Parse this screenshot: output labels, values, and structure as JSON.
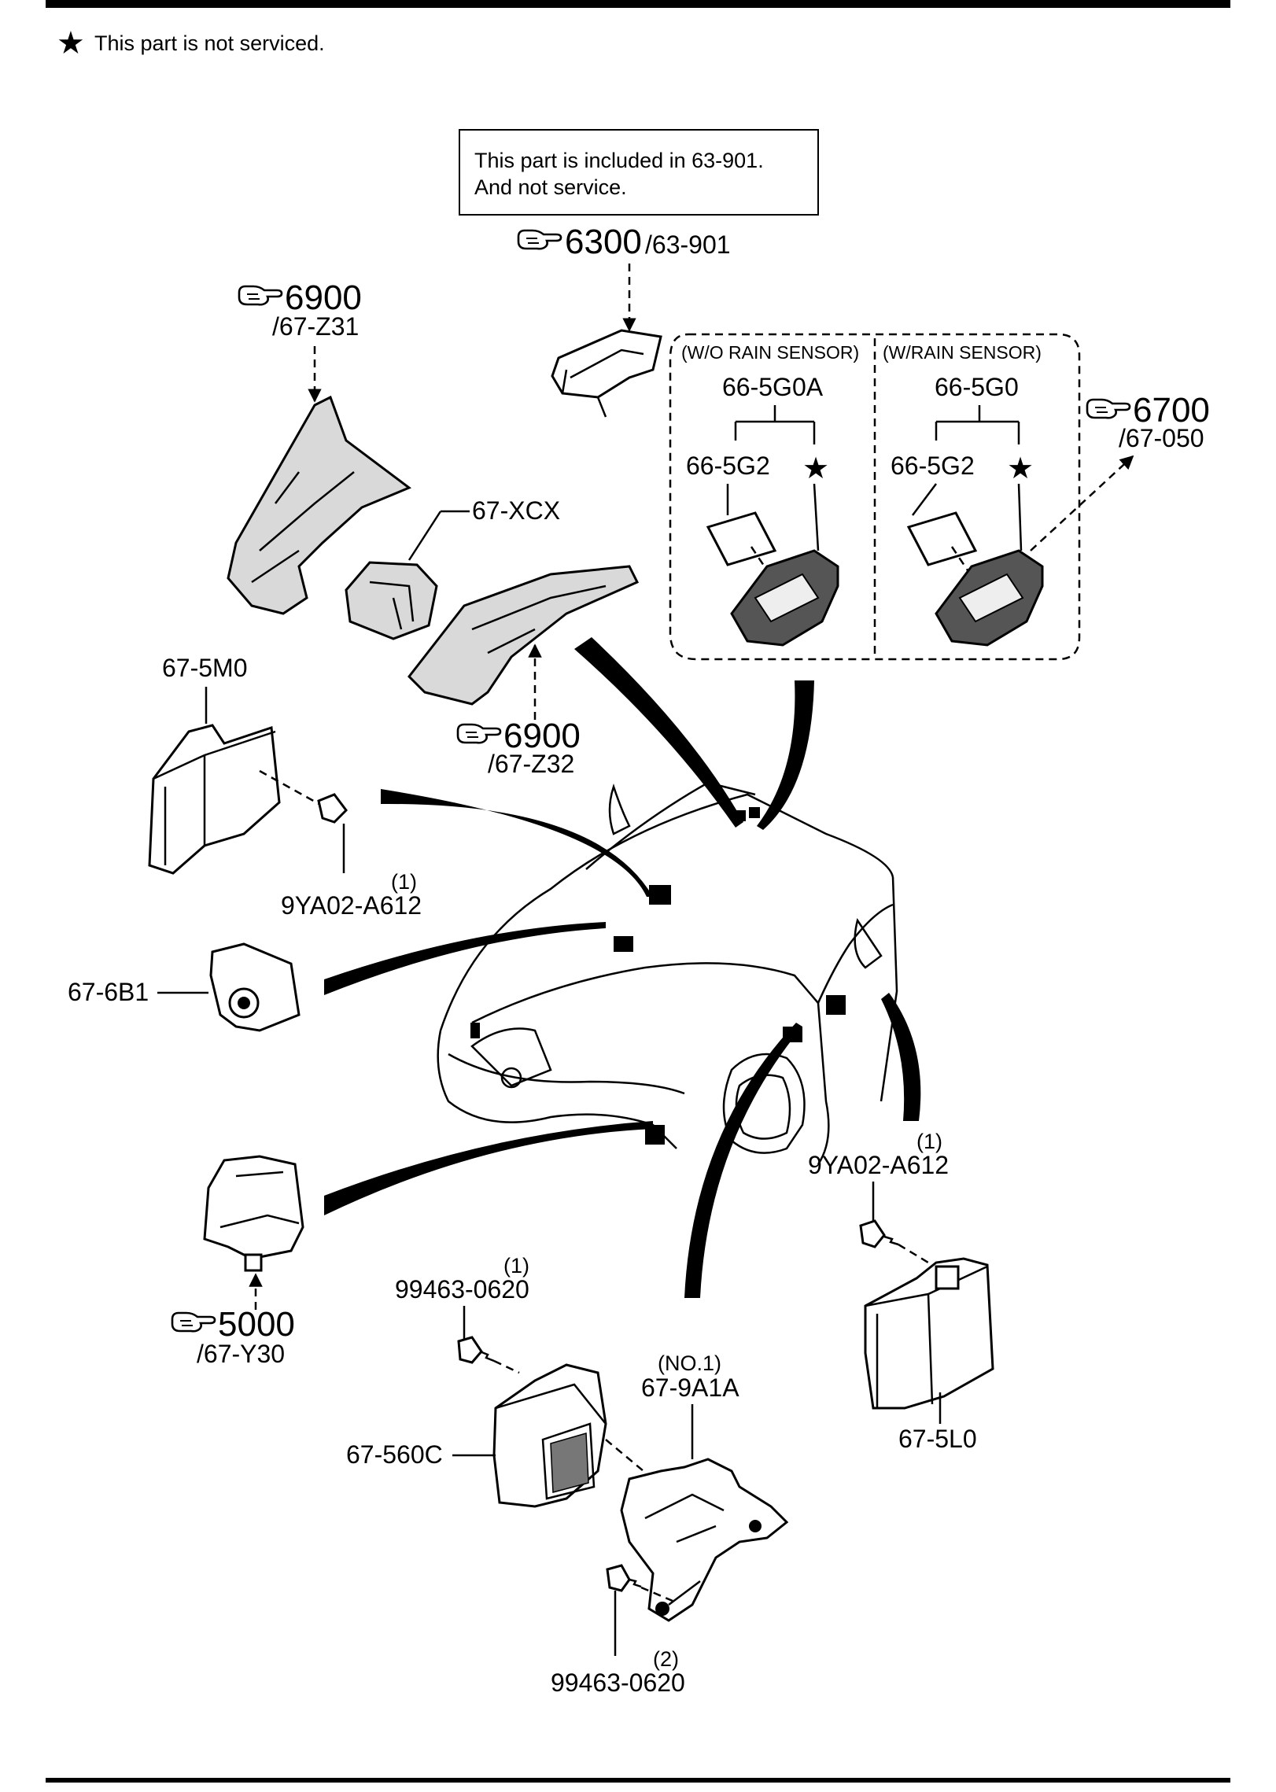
{
  "legend": {
    "symbol": "★",
    "text": "This part is not serviced."
  },
  "note_box": {
    "line1": "This part is included in 63-901.",
    "line2": "And not service."
  },
  "refs": {
    "r6300": {
      "num": "6300",
      "code": "/63-901"
    },
    "r6900a": {
      "num": "6900",
      "code": "/67-Z31"
    },
    "r6900b": {
      "num": "6900",
      "code": "/67-Z32"
    },
    "r6700": {
      "num": "6700",
      "code": "/67-050"
    },
    "r5000": {
      "num": "5000",
      "code": "/67-Y30"
    }
  },
  "sensor_group": {
    "left_header": "(W/O RAIN SENSOR)",
    "right_header": "(W/RAIN SENSOR)",
    "left_part": "66-5G0A",
    "right_part": "66-5G0",
    "left_sub": "66-5G2",
    "right_sub": "66-5G2",
    "star": "★"
  },
  "parts": {
    "p67xcx": "67-XCX",
    "p675m0": "67-5M0",
    "p676b1": "67-6B1",
    "p67560c": "67-560C",
    "p675l0": "67-5L0",
    "p679a1a": "67-9A1A",
    "p679a1a_q": "(NO.1)",
    "bolt1": "9YA02-A612",
    "bolt1_q": "(1)",
    "bolt2": "9YA02-A612",
    "bolt2_q": "(1)",
    "bolt3": "99463-0620",
    "bolt3_q": "(1)",
    "bolt4": "99463-0620",
    "bolt4_q": "(2)"
  },
  "icons": {
    "ref_icon": "pointing-hand-icon",
    "star_icon": "star-icon"
  }
}
